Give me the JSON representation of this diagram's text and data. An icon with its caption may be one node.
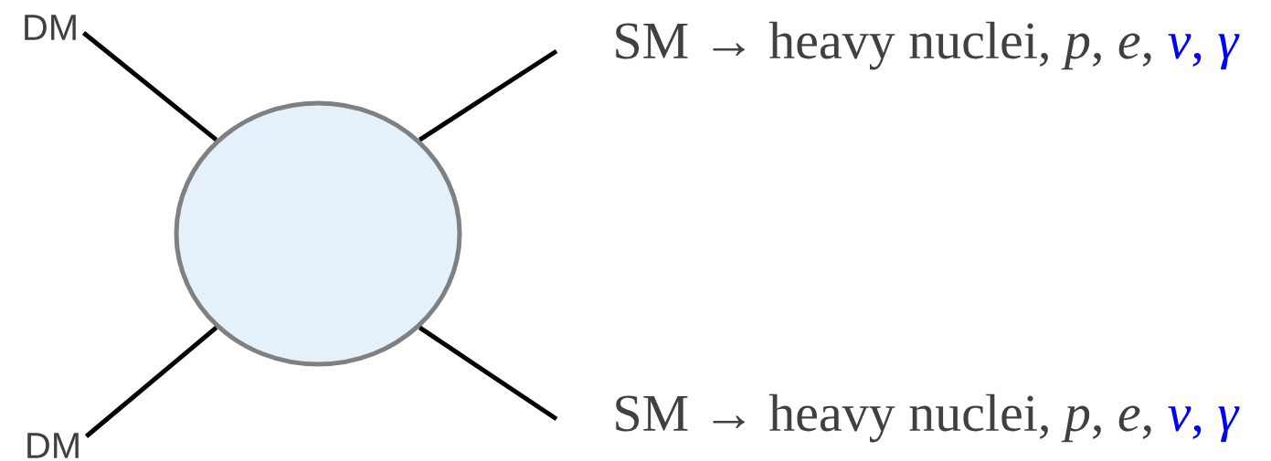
{
  "diagram": {
    "nodes": [
      {
        "text": [
          "DM"
        ]
      },
      {
        "text": [
          "DM"
        ]
      },
      {
        "text": [],
        "shape": "circle"
      },
      {
        "text": [
          "SM → heavy nuclei, *p*, *e*,",
          "*ν*, *γ*"
        ]
      },
      {
        "text": [
          "SM → heavy nuclei, *p*, *e*,",
          "*ν*, *γ*"
        ]
      }
    ],
    "edges": [
      {
        "from": 0,
        "to": 2,
        "arrow": "none"
      },
      {
        "from": 1,
        "to": 2,
        "arrow": "none"
      },
      {
        "from": 2,
        "to": 3,
        "arrow": "none"
      },
      {
        "from": 2,
        "to": 4,
        "arrow": "none"
      }
    ]
  }
}
